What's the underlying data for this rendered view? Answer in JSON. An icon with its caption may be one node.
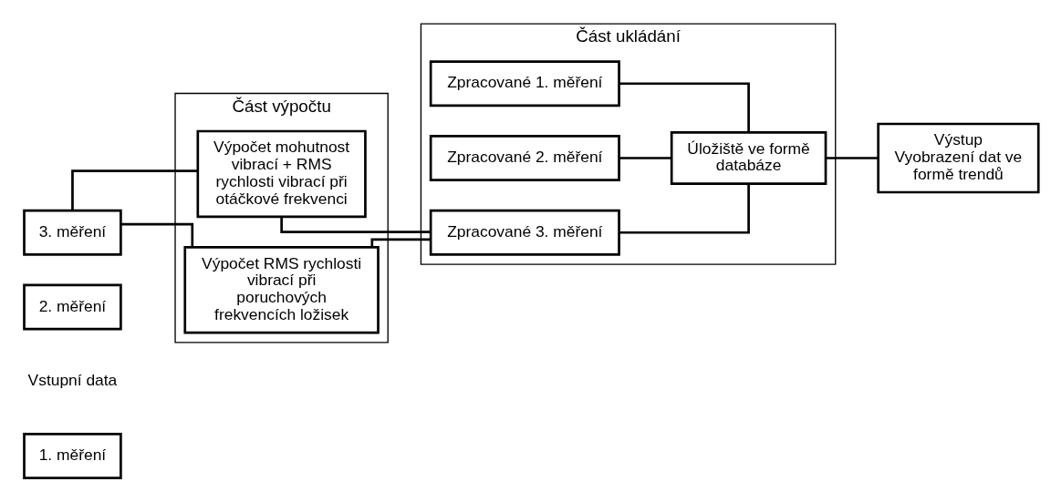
{
  "diagram": {
    "nodes": [
      {
        "text": [
          "1. měření"
        ]
      },
      {
        "text": [
          "2. měření"
        ]
      },
      {
        "text": [
          "3. měření"
        ]
      },
      {
        "text": [
          "Část výpočtu"
        ]
      },
      {
        "text": [
          "Výpočet mohutnost vibrací + RMS rychlosti vibrací při otáčkové frekvenci"
        ],
        "in": 3
      },
      {
        "text": [
          "Výpočet RMS rychlosti vibrací při poruchových frekvencích ložisek"
        ],
        "in": 3
      },
      {
        "text": [
          "Část ukládání"
        ]
      },
      {
        "text": [
          "Zpracované 1. měření"
        ],
        "in": 6
      },
      {
        "text": [
          "Zpracované 2. měření"
        ],
        "in": 6
      },
      {
        "text": [
          "Zpracované 3. měření"
        ],
        "in": 6
      },
      {
        "text": [
          "Úložiště ve formě databáze"
        ],
        "in": 6
      },
      {
        "text": [
          "Výstup",
          "Vyobrazení dat ve formě trendů"
        ]
      }
    ],
    "edges": [
      {
        "from": 2,
        "to": 4,
        "arrow": "none"
      },
      {
        "from": 2,
        "to": 5,
        "arrow": "none"
      },
      {
        "from": 4,
        "to": 9,
        "arrow": "none"
      },
      {
        "from": 5,
        "to": 9,
        "arrow": "none"
      },
      {
        "from": 7,
        "to": 10,
        "arrow": "none"
      },
      {
        "from": 8,
        "to": 10,
        "arrow": "none"
      },
      {
        "from": 9,
        "to": 10,
        "arrow": "none"
      },
      {
        "from": 10,
        "to": 11,
        "arrow": "none"
      }
    ],
    "labels": [
      "Vstupní data"
    ]
  }
}
